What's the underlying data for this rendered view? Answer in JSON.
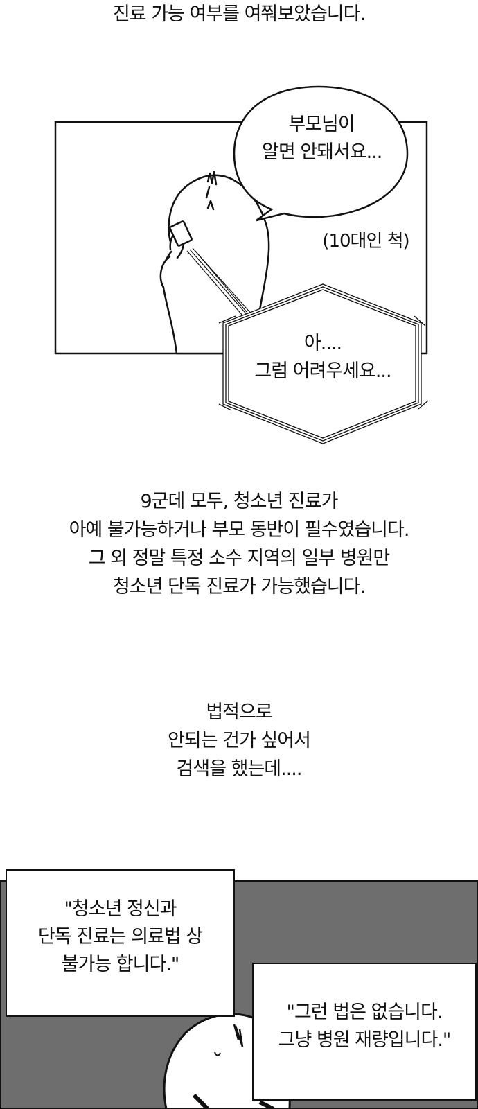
{
  "top_caption": "진료 가능 여부를 여쭤보았습니다.",
  "panel1": {
    "speech_bubble": [
      "부모님이",
      "알면 안돼서요..."
    ],
    "aside": "(10대인 척)",
    "phone_reply": [
      "아....",
      "그럼 어려우세요..."
    ]
  },
  "narration1": [
    "9군데 모두, 청소년 진료가",
    "아예 불가능하거나 부모 동반이 필수였습니다.",
    "그 외 정말 특정 소수 지역의 일부 병원만",
    "청소년 단독 진료가 가능했습니다."
  ],
  "narration2": [
    "법적으로",
    "안되는 건가 싶어서",
    "검색을 했는데...."
  ],
  "panel2": {
    "box_left": [
      "\"청소년 정신과",
      "단독 진료는 의료법 상",
      "불가능 합니다.\""
    ],
    "box_right": [
      "\"그런 법은 없습니다.",
      "그냥 병원 재량입니다.\""
    ],
    "background_color": "#6e6e6e"
  }
}
